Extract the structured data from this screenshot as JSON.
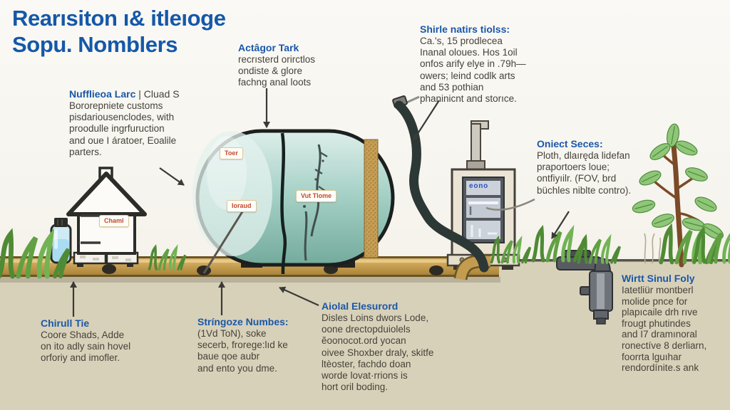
{
  "title": {
    "line1": "Rearısiton ı& itleıoge",
    "line2": "Sopu. Nomblers"
  },
  "annotations": {
    "nuffliea": {
      "heading": "Nufflieoa Larc",
      "heading_suffix": " | Cluad S",
      "lines": [
        "Bororepniete customs",
        "pisdariousenclodes, with",
        "proodulle ingrfuruction",
        "and oue I áratoer, Eoalile",
        "parters."
      ]
    },
    "actagor": {
      "heading": "Actâgor Tark",
      "lines": [
        "recrısterd orirctlos",
        "ondiste & glore",
        "fachng anal loots"
      ]
    },
    "shirle": {
      "heading": "Shirle natirs tiolss:",
      "lines": [
        "Ca.'s, 15 prodlecea",
        "Inanal oloues. Hos 1oil",
        "onfos arify elye in .79h—",
        "owers; leind codlk arts",
        "and 53 pothian",
        "phaninicnt and storıce."
      ]
    },
    "oniect": {
      "heading": "Oniect Seces:",
      "lines": [
        "Ploth, dlaıręda lidefan",
        "praportoers loue;",
        "ontfiyıilr. (FOV, brd",
        "büchles niblte contro)."
      ]
    },
    "chirull": {
      "heading": "Chirull Tie",
      "lines": [
        "Coore Shads, Adde",
        "on ito adly sain hovel",
        "orforiy and imofler."
      ]
    },
    "stringoze": {
      "heading": "Stríngoze Numbes:",
      "lines": [
        "(1Vd ToN), soke",
        "secerb, frorege:lıd ke",
        "baue qoe aubr",
        "and ento you dme."
      ]
    },
    "aiolal": {
      "heading": "Aiolal Elesurord",
      "lines": [
        "Disles Loins dwors Lode,",
        "oone drectopduiolels",
        "ĕoonocot.ord yocan",
        "oivee Shoxber draly, skitfe",
        "ltèoster, fachdo doan",
        "worde lovat·rrions is",
        "hort oril boding."
      ]
    },
    "wirtt": {
      "heading": "Wirtt Sinul Foly",
      "lines": [
        "Iatetliür montberl",
        "molide pnce for",
        "plapıcaile drh rıve",
        "frougt phutindes",
        "and I7 dramınoral",
        "ronectíve 8 derliarn,",
        "foorrta lguıhar",
        "rendordínite.s ank"
      ]
    }
  },
  "diagram_labels": {
    "house": "Chaml",
    "tank_top": "Toer",
    "tank_left": "Ioraud",
    "tank_mid": "Vut Tlome",
    "panel_display": "eono"
  },
  "colors": {
    "title_blue": "#1558a8",
    "heading_blue": "#1a57a8",
    "body_text": "#46423a",
    "label_red": "#c2492a",
    "tank_teal": "#a8d2c8",
    "sand": "#c49e55",
    "pipe_tan": "#c49c4f",
    "ground_beige": "#d8d1b9",
    "grass_green": "#61a043",
    "hose_dark": "#2c3835"
  }
}
